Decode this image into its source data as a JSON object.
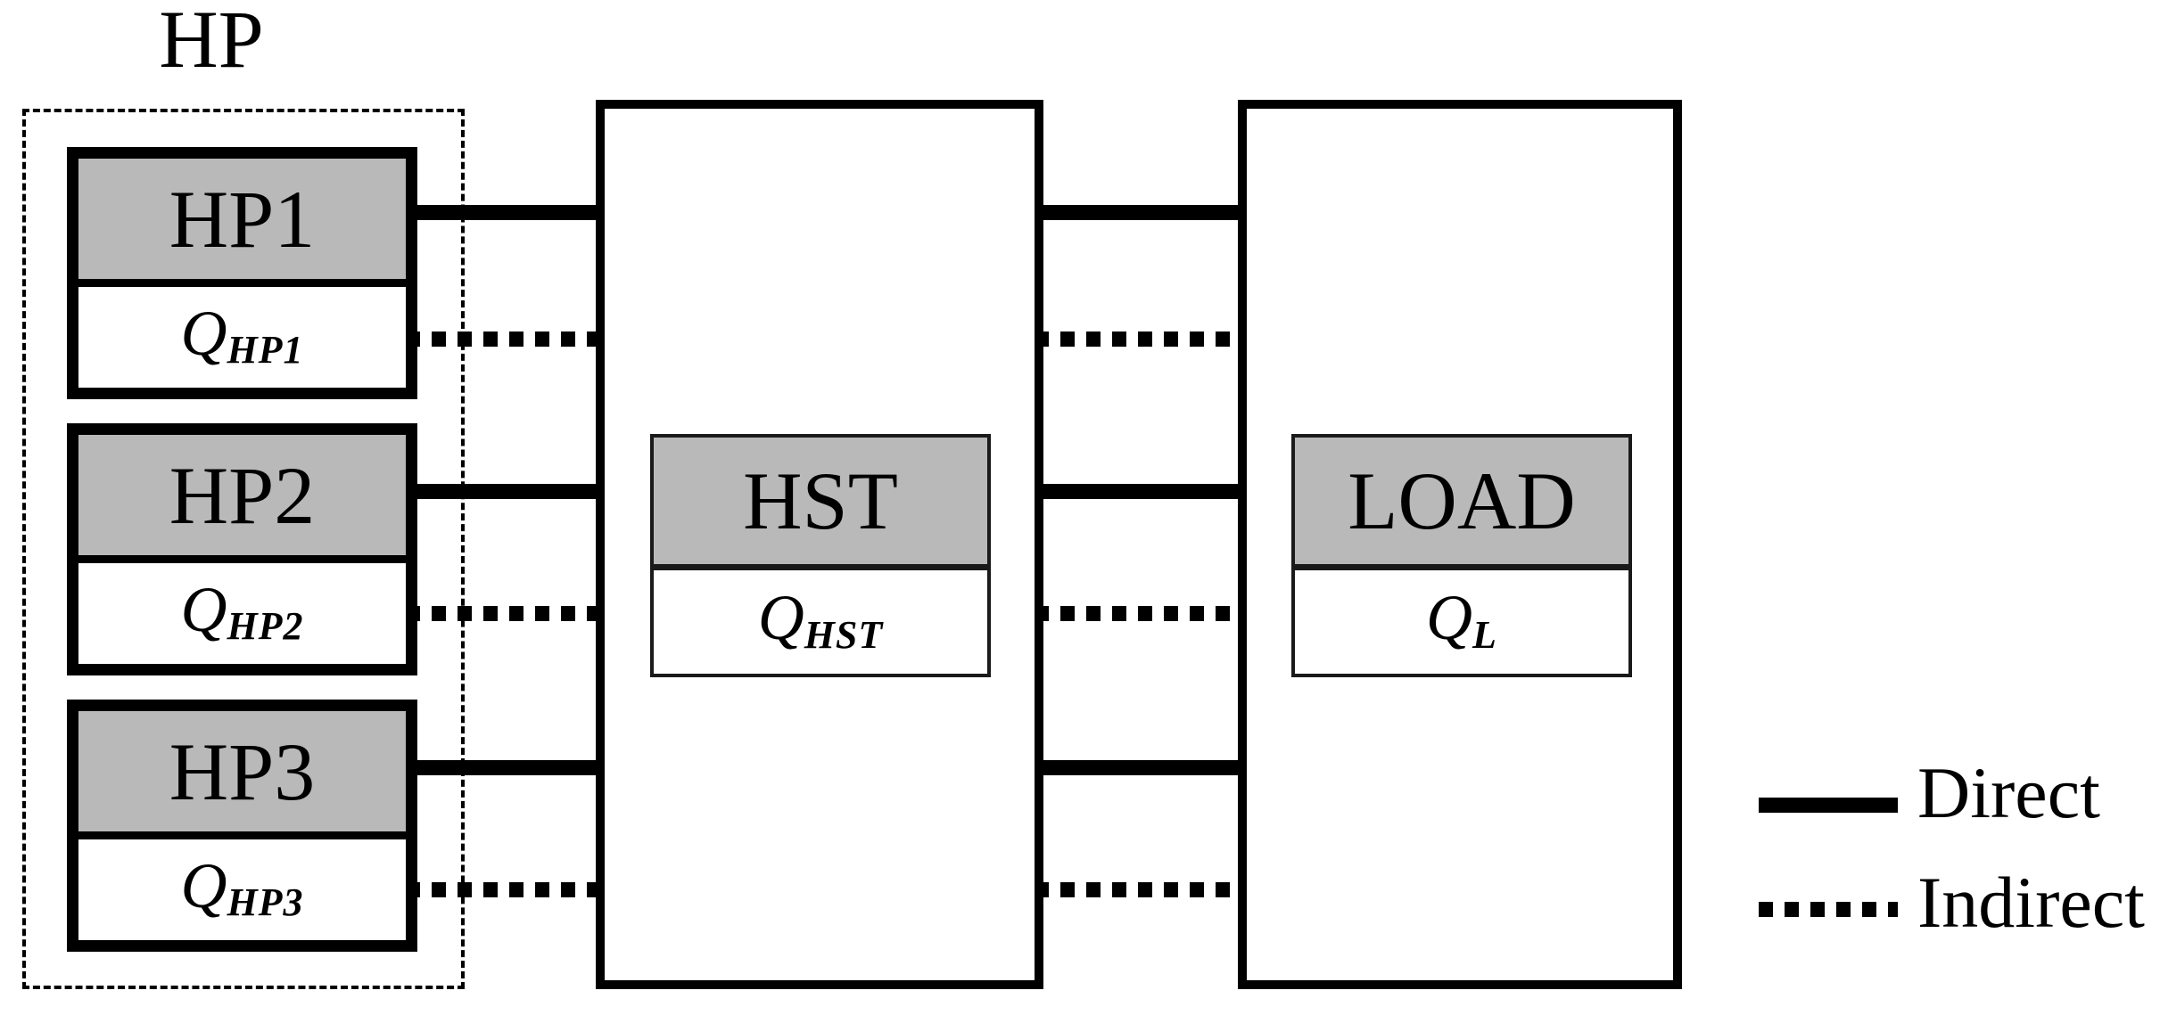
{
  "diagram": {
    "hp_group": {
      "label": "HP"
    },
    "hp_units": [
      {
        "name": "HP1",
        "q_main": "Q",
        "q_sub": "HP1"
      },
      {
        "name": "HP2",
        "q_main": "Q",
        "q_sub": "HP2"
      },
      {
        "name": "HP3",
        "q_main": "Q",
        "q_sub": "HP3"
      }
    ],
    "hst": {
      "name": "HST",
      "q_main": "Q",
      "q_sub": "HST"
    },
    "load": {
      "name": "LOAD",
      "q_main": "Q",
      "q_sub": "L"
    },
    "legend": [
      {
        "line_style": "solid",
        "label": "Direct"
      },
      {
        "line_style": "dotted",
        "label": "Indirect"
      }
    ],
    "colors": {
      "header_fill": "#b9b9b9",
      "line": "#000000",
      "background": "#ffffff"
    }
  }
}
